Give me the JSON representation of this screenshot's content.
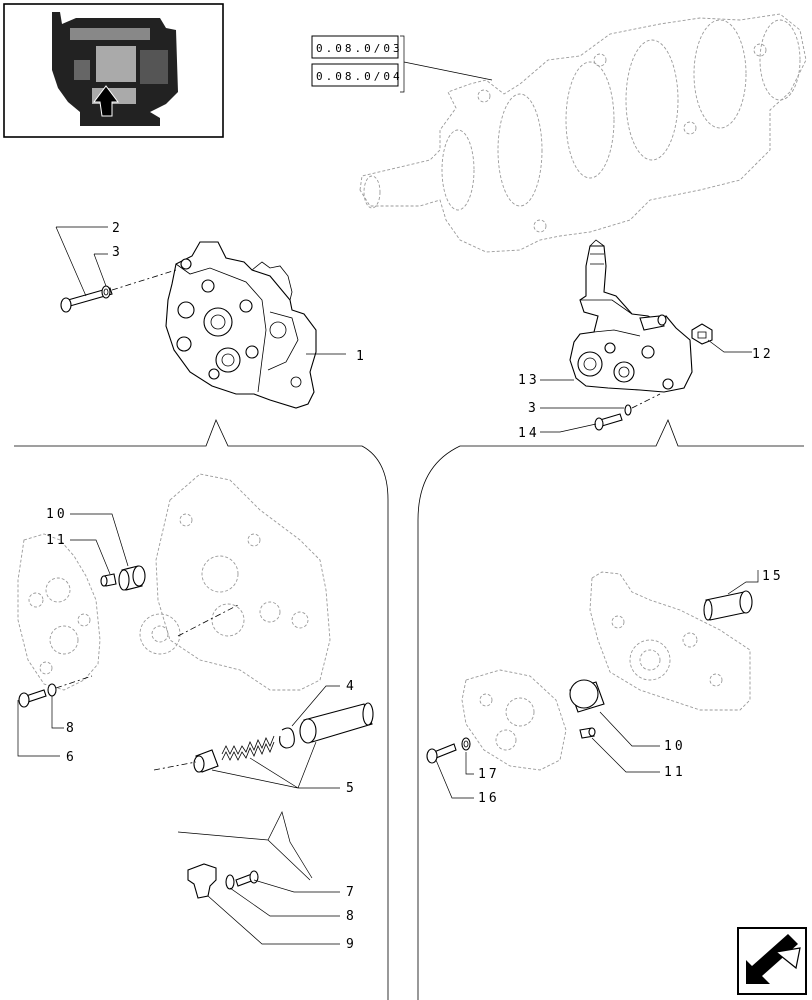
{
  "references": [
    "0.08.0/03",
    "0.08.0/04"
  ],
  "callouts": {
    "c1": "1",
    "c2": "2",
    "c3a": "3",
    "c3b": "3",
    "c4": "4",
    "c5": "5",
    "c6": "6",
    "c7": "7",
    "c8a": "8",
    "c8b": "8",
    "c9": "9",
    "c10a": "10",
    "c10b": "10",
    "c11a": "11",
    "c11b": "11",
    "c12": "12",
    "c13": "13",
    "c14": "14",
    "c15": "15",
    "c16": "16",
    "c17": "17"
  },
  "icons": {
    "thumbnail": "engine-thumbnail-icon",
    "navigation": "next-page-arrow-icon"
  }
}
